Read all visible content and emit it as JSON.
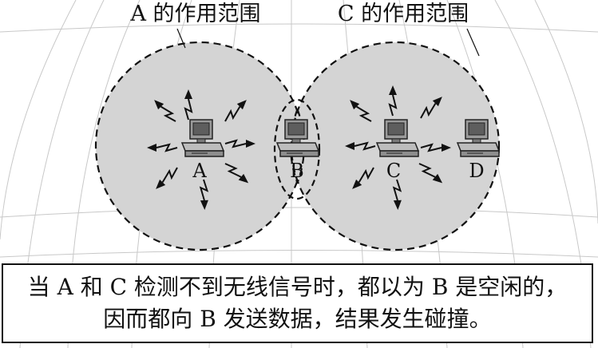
{
  "range_labels": {
    "a": "A 的作用范围",
    "c": "C 的作用范围"
  },
  "stations": {
    "a": "A",
    "b": "B",
    "c": "C",
    "d": "D"
  },
  "caption": {
    "line1": "当 A 和 C 检测不到无线信号时，都以为 B 是空闲的，",
    "line2": "因而都向 B 发送数据，结果发生碰撞。"
  },
  "colors": {
    "range_fill": "#d4d4d4",
    "line": "#111111",
    "grid": "#c8c8c8"
  }
}
